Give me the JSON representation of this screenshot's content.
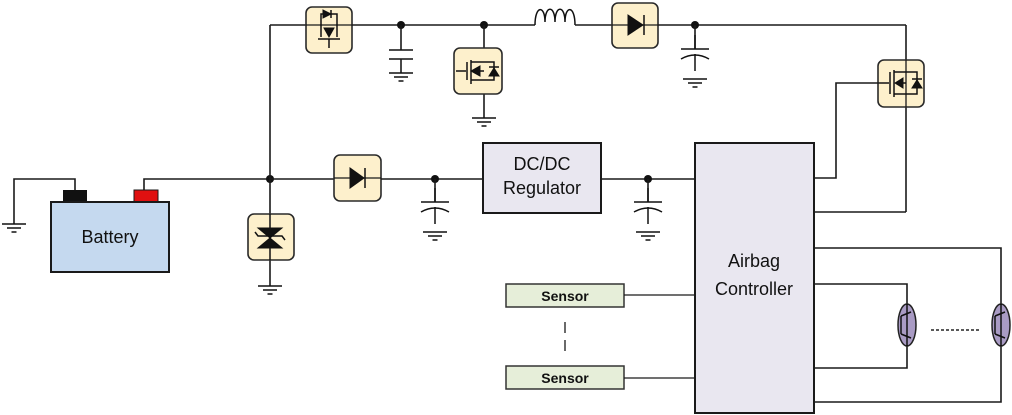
{
  "diagram": {
    "title": "Airbag system power and control block diagram",
    "blocks": {
      "battery": "Battery",
      "regulator_line1": "DC/DC",
      "regulator_line2": "Regulator",
      "controller_line1": "Airbag",
      "controller_line2": "Controller",
      "sensor_top": "Sensor",
      "sensor_bottom": "Sensor"
    },
    "components": [
      "reverse-polarity-mosfet",
      "boost-inductor",
      "boost-switch-mosfet",
      "boost-diode",
      "input-diode",
      "tvs-diode",
      "energy-reserve-switch-mosfet",
      "capacitors",
      "squib-igniters"
    ],
    "colors": {
      "component_fill": "#fdf0cc",
      "block_fill": "#e9e7f0",
      "battery_fill": "#c5d9ef",
      "sensor_fill": "#e6eed9",
      "squib_fill": "#a99bc4",
      "battery_negative_terminal": "#111111",
      "battery_positive_terminal": "#e01010"
    }
  }
}
